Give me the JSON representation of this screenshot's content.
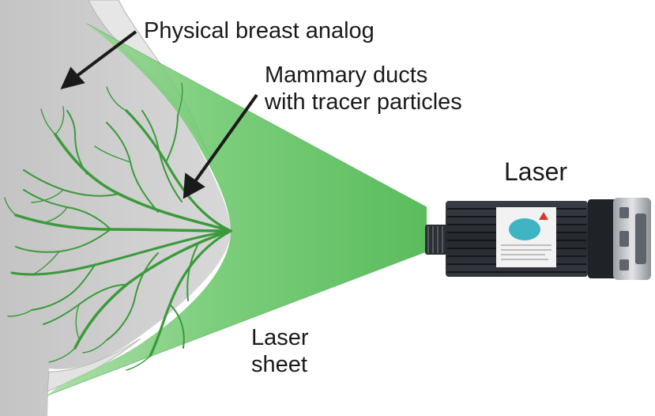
{
  "labels": {
    "breast_analog": "Physical breast analog",
    "ducts_line1": "Mammary ducts",
    "ducts_line2": "with tracer particles",
    "laser": "Laser",
    "sheet_line1": "Laser",
    "sheet_line2": "sheet"
  },
  "colors": {
    "breast_fill": "#cdcdcd",
    "beam_green": "#4cb84f",
    "duct_green": "#3c9e3c",
    "laser_body": "#2a2d33",
    "label_text": "#1a1a1a"
  },
  "icons": {
    "laser_device": "laser-module-icon",
    "arrow": "pointer-arrow-icon"
  }
}
